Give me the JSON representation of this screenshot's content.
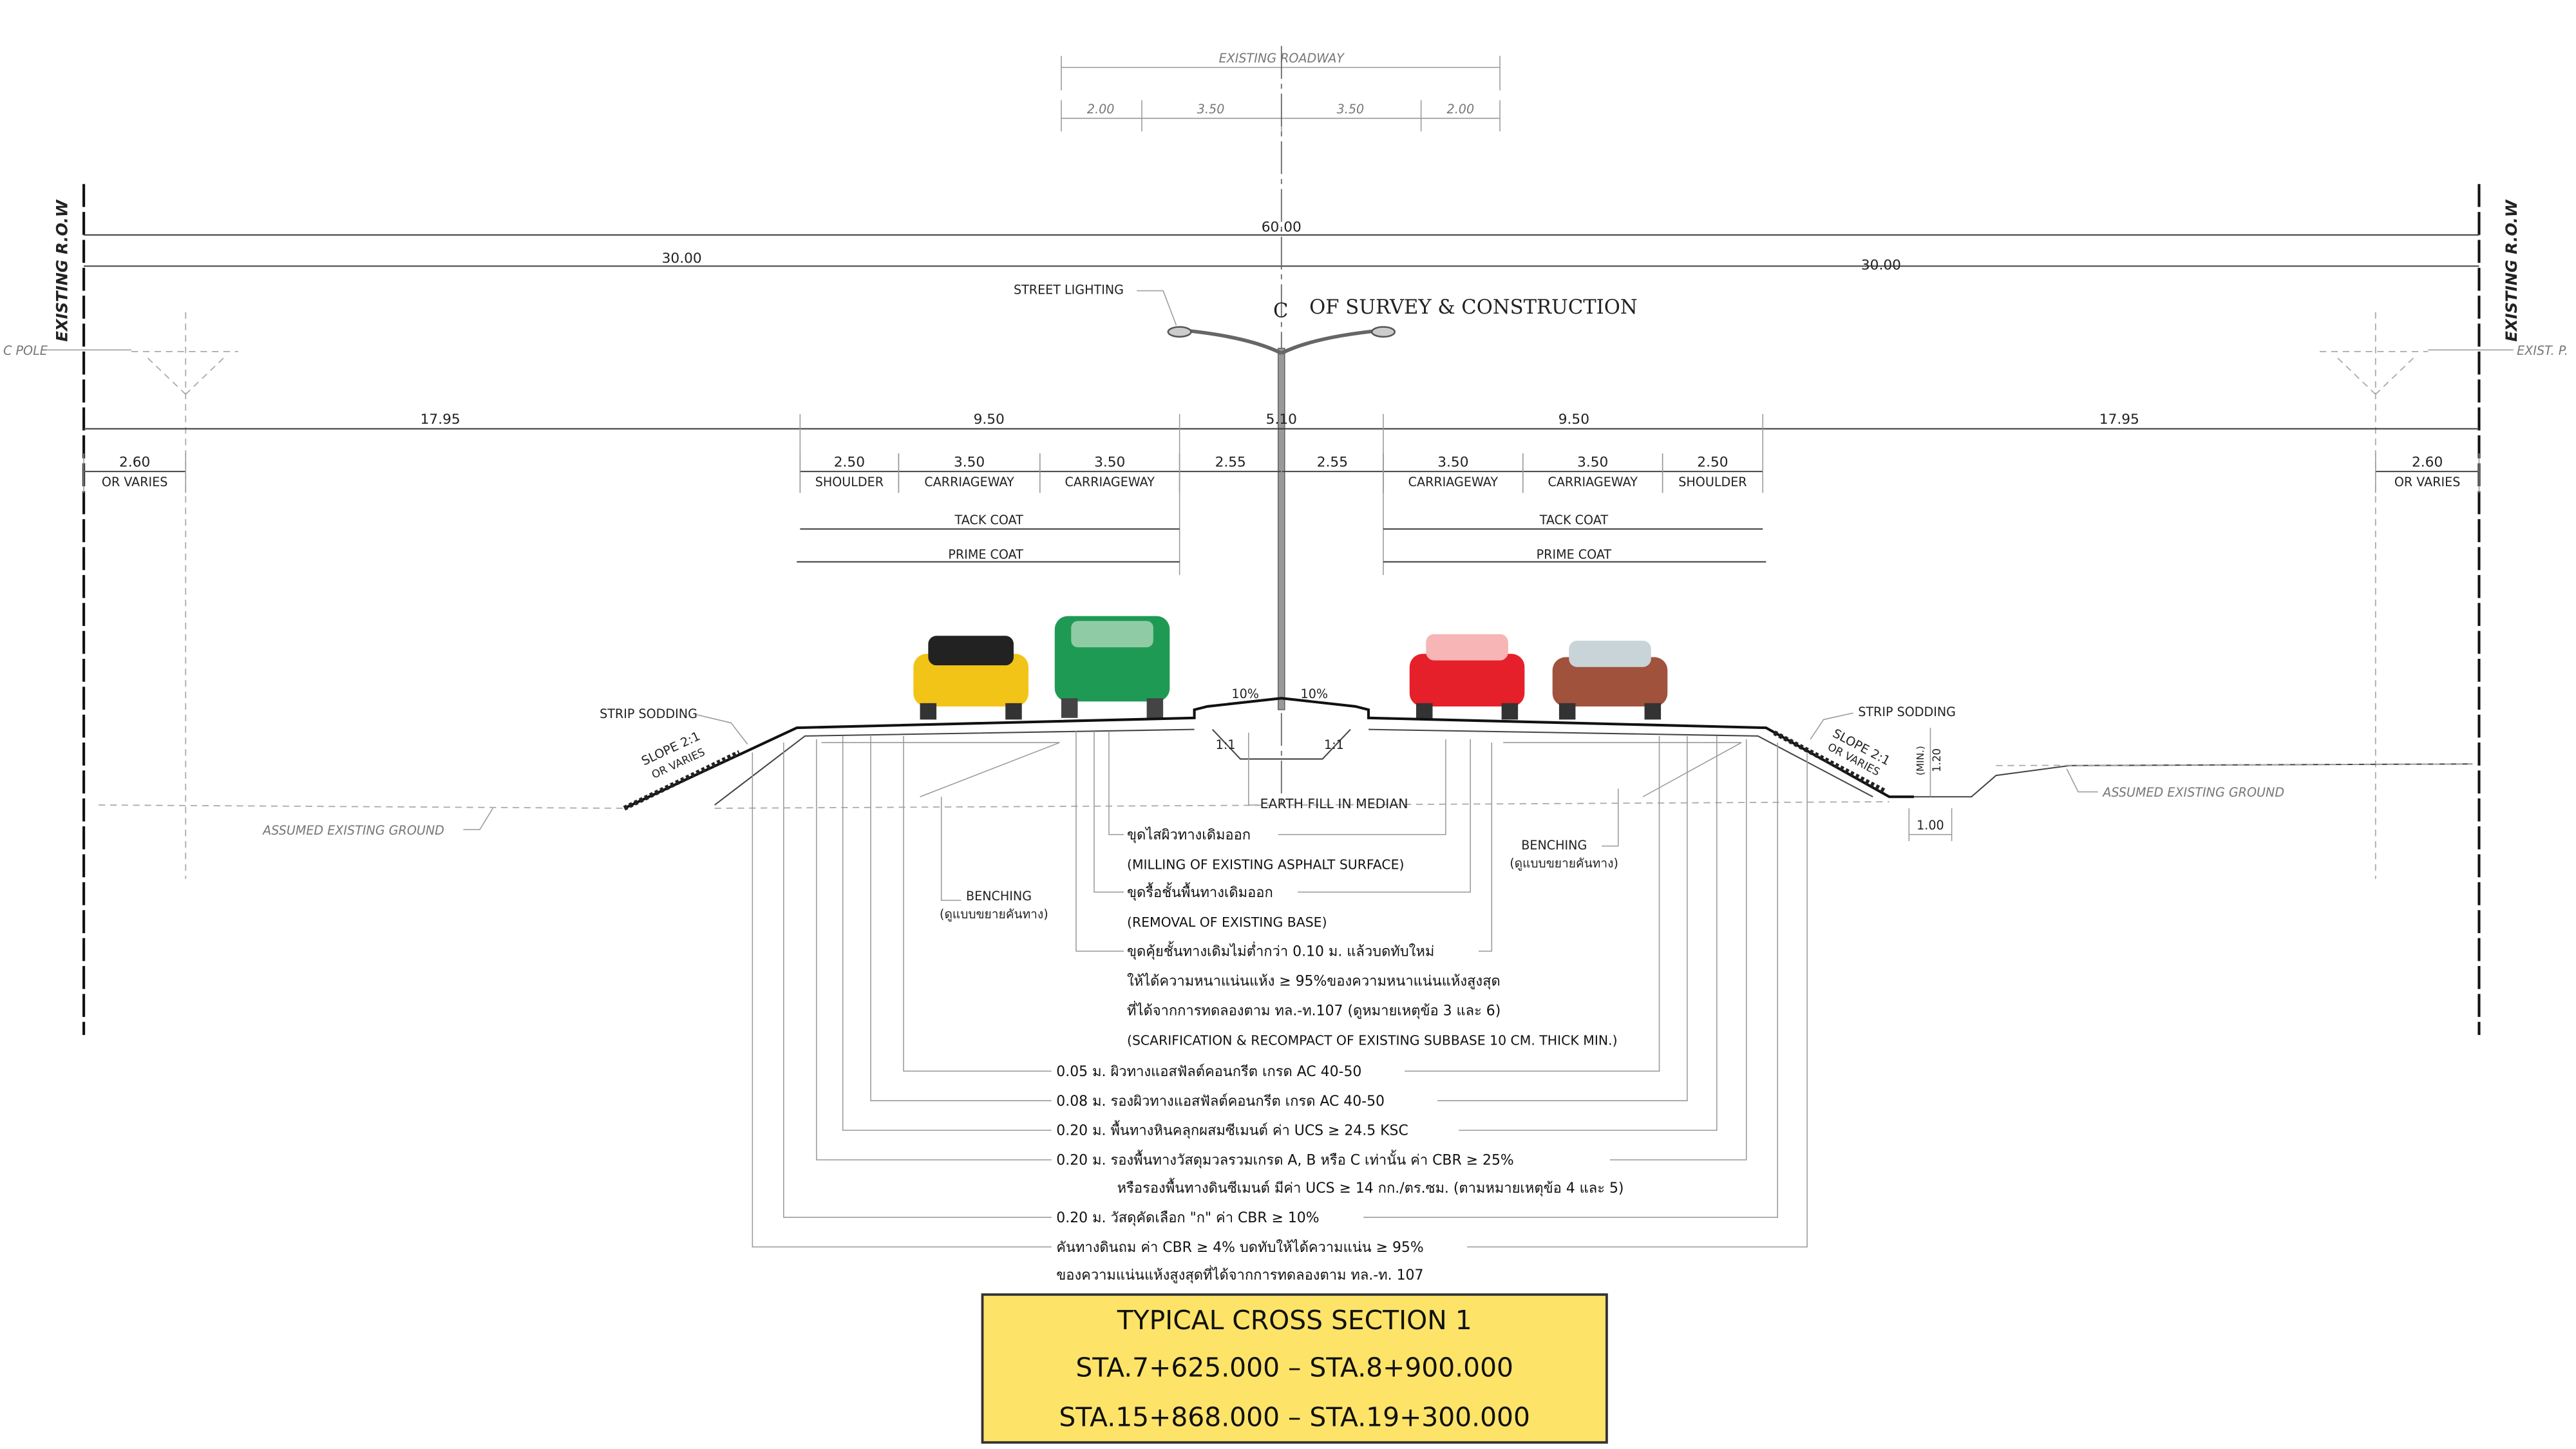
{
  "existing_roadway": {
    "label": "EXISTING ROADWAY",
    "parts": [
      "2.00",
      "3.50",
      "3.50",
      "2.00"
    ]
  },
  "row_label_left": "EXISTING R.O.W",
  "row_label_right": "EXISTING R.O.W",
  "pole_label_left": "C POLE",
  "pole_label_right": "EXIST. P.",
  "total_width": "60.00",
  "half_left": "30.00",
  "half_right": "30.00",
  "centerline_label": "OF SURVEY & CONSTRUCTION",
  "centerline_symbol": "C",
  "street_lighting": "STREET LIGHTING",
  "main_dims": [
    "17.95",
    "9.50",
    "5.10",
    "9.50",
    "17.95"
  ],
  "lanes": [
    {
      "value": "2.60",
      "label": "OR VARIES"
    },
    {
      "value": "2.50",
      "label": "SHOULDER"
    },
    {
      "value": "3.50",
      "label": "CARRIAGEWAY"
    },
    {
      "value": "3.50",
      "label": "CARRIAGEWAY"
    },
    {
      "value": "2.55",
      "label": ""
    },
    {
      "value": "2.55",
      "label": ""
    },
    {
      "value": "3.50",
      "label": "CARRIAGEWAY"
    },
    {
      "value": "3.50",
      "label": "CARRIAGEWAY"
    },
    {
      "value": "2.50",
      "label": "SHOULDER"
    },
    {
      "value": "2.60",
      "label": "OR VARIES"
    }
  ],
  "tack_coat": "TACK COAT",
  "prime_coat": "PRIME COAT",
  "median": {
    "slope_left": "10%",
    "slope_right": "10%",
    "side_slope": "1:1",
    "fill": "EARTH FILL IN MEDIAN"
  },
  "strip_sodding": "STRIP SODDING",
  "slope": "SLOPE 2:1",
  "or_varies": "OR VARIES",
  "ditch_depth": "1.20",
  "ditch_min": "(MIN.)",
  "ditch_width": "1.00",
  "assumed_ground": "ASSUMED EXISTING GROUND",
  "benching": "BENCHING",
  "benching_note": "(ดูแบบขยายคันทาง)",
  "callouts": [
    "ขุดไสผิวทางเดิมออก",
    "(MILLING OF EXISTING ASPHALT SURFACE)",
    "ขุดรื้อชั้นพื้นทางเดิมออก",
    "(REMOVAL OF EXISTING BASE)",
    "ขุดคุ้ยชั้นทางเดิมไม่ต่ำกว่า 0.10 ม. แล้วบดทับใหม่",
    "ให้ได้ความหนาแน่นแห้ง ≥ 95%ของความหนาแน่นแห้งสูงสุด",
    "ที่ได้จากการทดลองตาม ทล.-ท.107 (ดูหมายเหตุข้อ 3 และ 6)",
    "(SCARIFICATION & RECOMPACT OF EXISTING SUBBASE 10 CM. THICK MIN.)"
  ],
  "layers": [
    "0.05  ม.  ผิวทางแอสฟัลต์คอนกรีต เกรด AC 40-50",
    "0.08  ม.  รองผิวทางแอสฟัลต์คอนกรีต เกรด AC 40-50",
    "0.20  ม.  พื้นทางหินคลุกผสมซีเมนต์ ค่า UCS ≥ 24.5 KSC",
    "0.20  ม.  รองพื้นทางวัสดุมวลรวมเกรด A, B หรือ C เท่านั้น ค่า CBR ≥ 25%",
    "หรือรองพื้นทางดินซีเมนต์ มีค่า UCS ≥ 14 กก./ตร.ซม. (ตามหมายเหตุข้อ 4 และ 5)",
    "0.20  ม.  วัสดุคัดเลือก \"ก\" ค่า CBR ≥ 10%",
    "คันทางดินถม ค่า CBR ≥ 4% บดทับให้ได้ความแน่น ≥ 95%",
    "ของความแน่นแห้งสูงสุดที่ได้จากการทดลองตาม ทล.-ท. 107"
  ],
  "title_block": {
    "title": "TYPICAL CROSS SECTION 1",
    "sta1": "STA.7+625.000 – STA.8+900.000",
    "sta2": "STA.15+868.000 – STA.19+300.000",
    "fill": "#fde468"
  },
  "car_colors": {
    "yellow": "#f2c418",
    "green": "#1f9a55",
    "red": "#e5202a",
    "brown": "#a0523d"
  }
}
